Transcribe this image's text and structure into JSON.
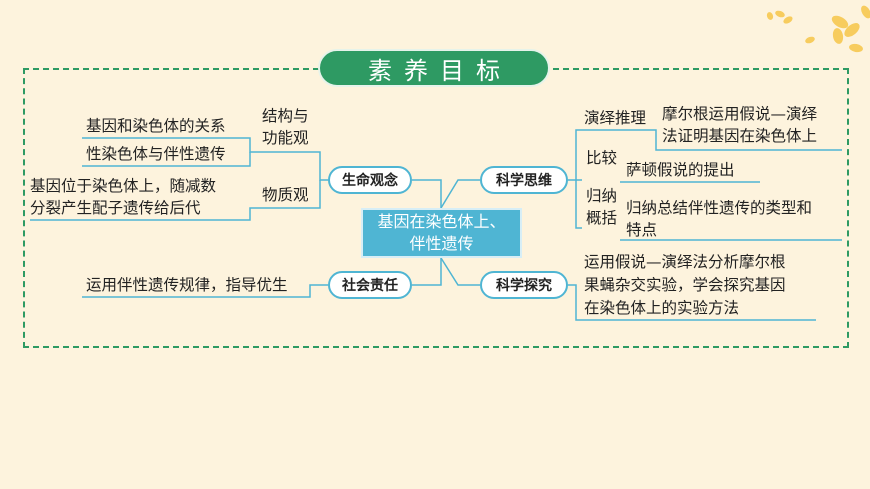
{
  "title": "素养目标",
  "center": {
    "line1": "基因在染色体上、",
    "line2": "伴性遗传"
  },
  "left": {
    "life_concept": {
      "node": "生命观念",
      "sub1": {
        "label_line1": "结构与",
        "label_line2": "功能观",
        "items": [
          "基因和染色体的关系",
          "性染色体与伴性遗传"
        ]
      },
      "sub2": {
        "label": "物质观",
        "item_line1": "基因位于染色体上，随减数",
        "item_line2": "分裂产生配子遗传给后代"
      }
    },
    "social": {
      "node": "社会责任",
      "item": "运用伴性遗传规律，指导优生"
    }
  },
  "right": {
    "thinking": {
      "node": "科学思维",
      "b1": {
        "label": "演绎推理",
        "line1": "摩尔根运用假说—演绎",
        "line2": "法证明基因在染色体上"
      },
      "b2": {
        "label": "比较",
        "line1": "萨顿假说的提出"
      },
      "b3": {
        "label_line1": "归纳",
        "label_line2": "概括",
        "line1": "归纳总结伴性遗传的类型和",
        "line2": "特点"
      }
    },
    "inquiry": {
      "node": "科学探究",
      "line1": "运用假说—演绎法分析摩尔根",
      "line2": "果蝇杂交实验，学会探究基因",
      "line3": "在染色体上的实验方法"
    }
  },
  "colors": {
    "frame": "#2e9a63",
    "line": "#4fb5d3",
    "center": "#4fb5d3",
    "background": "#fdf3dd"
  }
}
